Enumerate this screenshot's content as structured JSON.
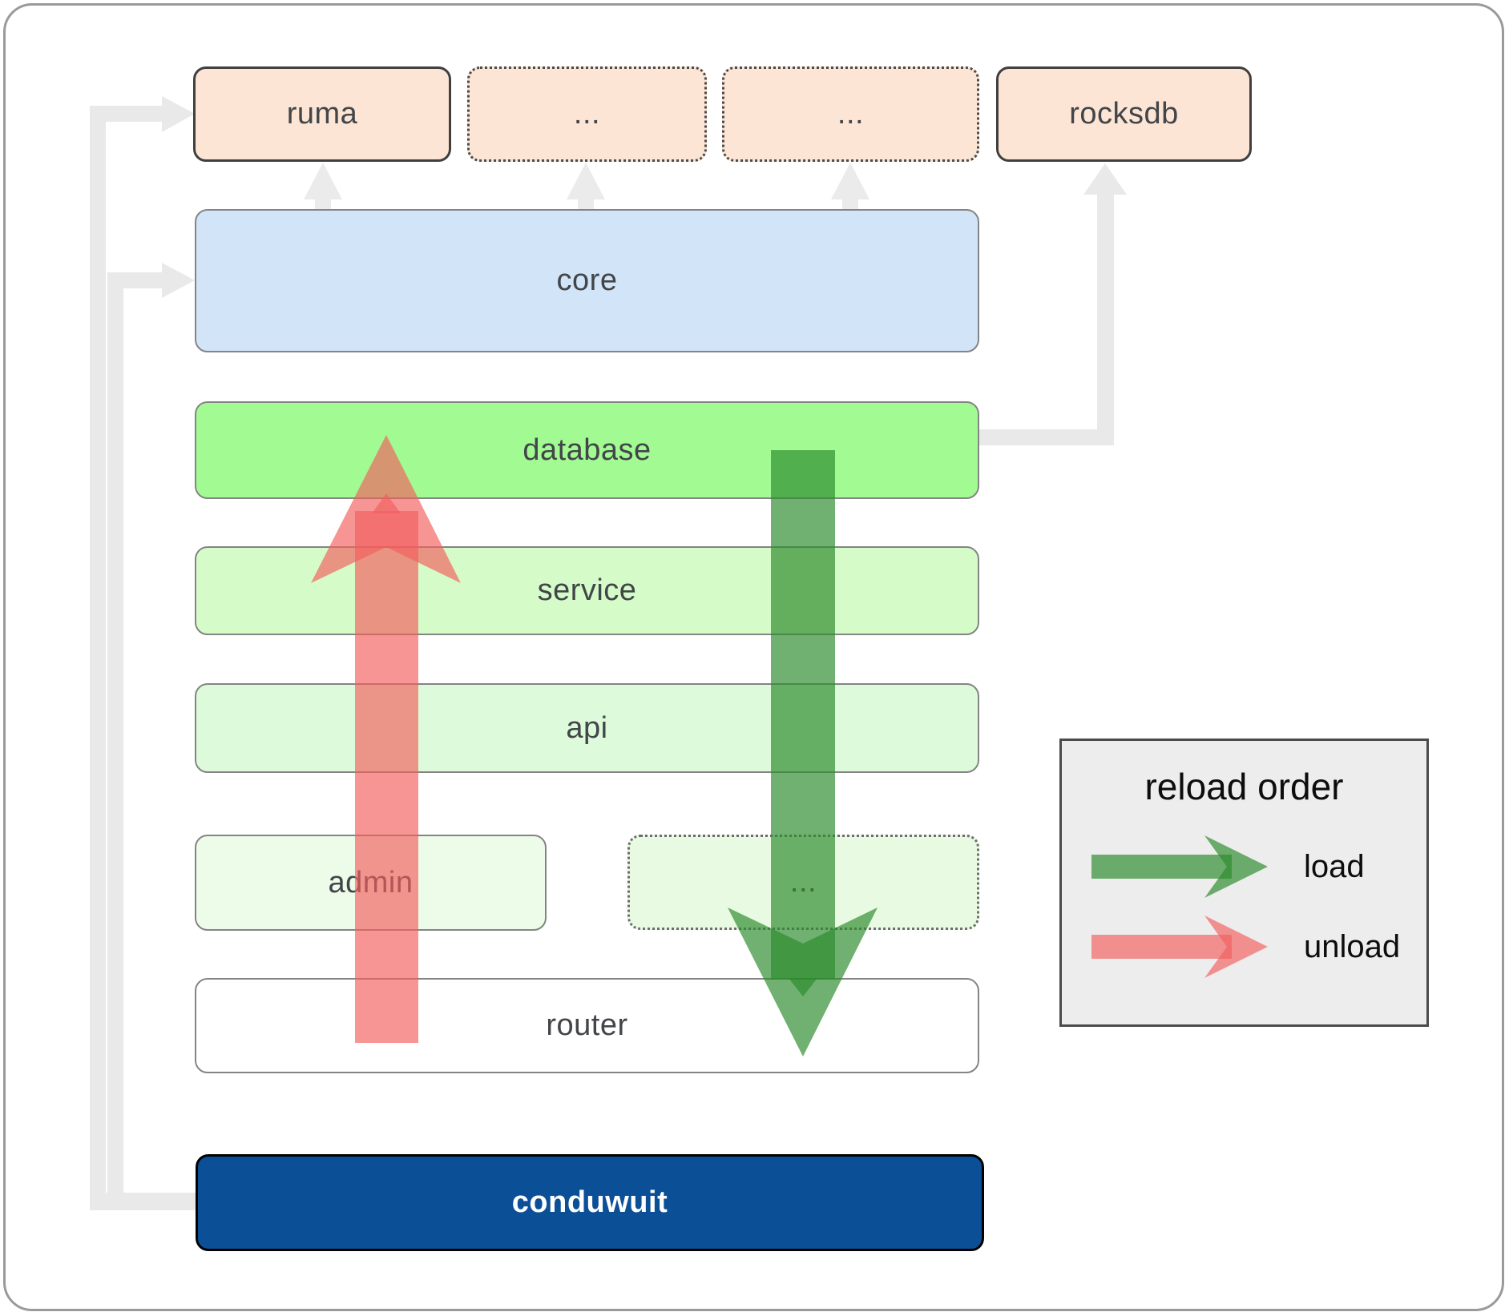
{
  "diagram": {
    "title": "conduwuit architecture reload-order diagram",
    "nodes": {
      "ruma": {
        "label": "ruma",
        "style": "external-solid"
      },
      "ext_more1": {
        "label": "...",
        "style": "external-dotted"
      },
      "ext_more2": {
        "label": "...",
        "style": "external-dotted"
      },
      "rocksdb": {
        "label": "rocksdb",
        "style": "external-solid"
      },
      "core": {
        "label": "core",
        "style": "layer-blue"
      },
      "database": {
        "label": "database",
        "style": "layer-green-bright"
      },
      "service": {
        "label": "service",
        "style": "layer-green"
      },
      "api": {
        "label": "api",
        "style": "layer-green"
      },
      "admin": {
        "label": "admin",
        "style": "layer-green"
      },
      "crate_more": {
        "label": "...",
        "style": "layer-dotted"
      },
      "router": {
        "label": "router",
        "style": "layer-white"
      },
      "conduwuit": {
        "label": "conduwuit",
        "style": "root-navy"
      }
    },
    "edges": [
      {
        "from": "conduwuit",
        "to": "ruma",
        "color": "gray"
      },
      {
        "from": "conduwuit",
        "to": "core",
        "color": "gray"
      },
      {
        "from": "core",
        "to": "ruma",
        "color": "gray"
      },
      {
        "from": "core",
        "to": "ext_more1",
        "color": "gray"
      },
      {
        "from": "core",
        "to": "ext_more2",
        "color": "gray"
      },
      {
        "from": "database",
        "to": "rocksdb",
        "color": "gray"
      },
      {
        "from": "database",
        "to": "router",
        "color": "green",
        "meaning": "load"
      },
      {
        "from": "router",
        "to": "database",
        "color": "red",
        "meaning": "unload"
      }
    ],
    "legend": {
      "title": "reload order",
      "items": [
        {
          "label": "load",
          "arrow": "green-right-arrow"
        },
        {
          "label": "unload",
          "arrow": "red-right-arrow"
        }
      ]
    },
    "colors": {
      "external_fill": "#fce5d4",
      "core_fill": "#d2e4f8",
      "database_fill": "#a2fb92",
      "service_fill": "#d5fcc8",
      "api_fill": "#ddfbda",
      "admin_fill": "#ecfce8",
      "router_fill": "#ffffff",
      "conduwuit_fill": "#0b4f97",
      "load_arrow": "#2c8b2c",
      "unload_arrow": "#f35e5e",
      "connector_gray": "#e9e9e9",
      "legend_bg": "#ededed"
    }
  }
}
